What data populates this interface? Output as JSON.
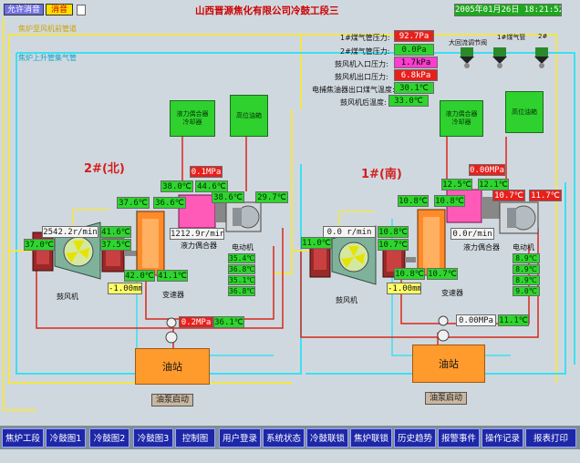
{
  "header": {
    "alarm_clear": "允许消音",
    "mute": "消音",
    "title": "山西晋源焦化有限公司冷鼓工段三",
    "datetime": "2005年01月26日 18:21:52",
    "note_top": "焦炉至风机前管道",
    "note_left": "焦炉上升管集气管"
  },
  "pressures": [
    {
      "label": "1#煤气管压力:",
      "value": "92.7Pa"
    },
    {
      "label": "2#煤气管压力:",
      "value": "0.0Pa"
    },
    {
      "label": "鼓风机入口压力:",
      "value": "1.7kPa"
    },
    {
      "label": "鼓风机出口压力:",
      "value": "6.8kPa"
    },
    {
      "label": "电捕焦油器出口煤气温度:",
      "value": "30.1℃"
    },
    {
      "label": "鼓风机后温度:",
      "value": "33.0℃"
    }
  ],
  "valves": {
    "main_label": "大回流调节阀",
    "valve1_label": "1#煤气管",
    "valve2_label": "2#"
  },
  "unit2": {
    "title": "2#(北)",
    "speed_fan": "2542.2r/min",
    "speed_coupler": "1212.9r/min",
    "coupler_cooler": "液力偶合器\n冷却器",
    "tank": "高位油箱",
    "fan_label": "鼓风机",
    "gearbox_label": "变速器",
    "coupler_label": "液力偶合器",
    "motor_label": "电动机",
    "oil_station": "油站",
    "pump_start": "油泵启动",
    "t_inlet": "37.0℃",
    "t_a": "41.6℃",
    "t_b": "37.5℃",
    "t_c": "42.0℃",
    "t_d": "41.1℃",
    "axial": "-1.00mm",
    "cooler_t1": "38.0℃",
    "cooler_t2": "37.6℃",
    "cooler_t3": "44.6℃",
    "oil_p": "0.1MPa",
    "c1": "36.6℃",
    "c2": "38.6℃",
    "tank_t": "29.7℃",
    "motor_t1": "35.4℃",
    "motor_t2": "36.8℃",
    "motor_t3": "35.1℃",
    "motor_t4": "36.8℃",
    "pump_p": "0.2MPa",
    "pump_t": "36.1℃"
  },
  "unit1": {
    "title": "1#(南)",
    "speed_fan": "0.0 r/min",
    "speed_coupler": "0.0r/min",
    "coupler_cooler": "液力偶合器\n冷却器",
    "tank": "高位油箱",
    "fan_label": "鼓风机",
    "gearbox_label": "变速器",
    "coupler_label": "液力偶合器",
    "motor_label": "电动机",
    "oil_station": "油站",
    "pump_start": "油泵启动",
    "t_inlet": "11.0℃",
    "t_a": "10.8℃",
    "t_b": "10.7℃",
    "t_c": "10.8℃",
    "t_d": "10.7℃",
    "axial": "-1.00mm",
    "cooler_t1": "12.5℃",
    "cooler_t2": "10.8℃",
    "cooler_t3": "12.1℃",
    "oil_p": "0.00MPa",
    "c1": "10.8℃",
    "c2": "10.7℃",
    "tank_t": "11.7℃",
    "motor_t1": "8.9℃",
    "motor_t2": "8.9℃",
    "motor_t3": "8.9℃",
    "motor_t4": "9.0℃",
    "pump_p": "0.00MPa",
    "pump_t": "11.1℃"
  },
  "nav": [
    "焦炉工段",
    "冷鼓图1",
    "冷鼓图2",
    "冷鼓图3",
    "控制图",
    "用户登录",
    "系统状态",
    "冷鼓联锁",
    "焦炉联锁",
    "历史趋势",
    "报警事件",
    "操作记录",
    "报表打印"
  ],
  "colors": {
    "pipe_yellow": "#f5e94a",
    "pipe_cyan": "#36e0f0",
    "pipe_red": "#d8281c",
    "value_green": "#2ed52e",
    "alarm_red": "#e8201c",
    "nav_blue": "#1d27a8",
    "oil_station": "#ff9a2c"
  }
}
